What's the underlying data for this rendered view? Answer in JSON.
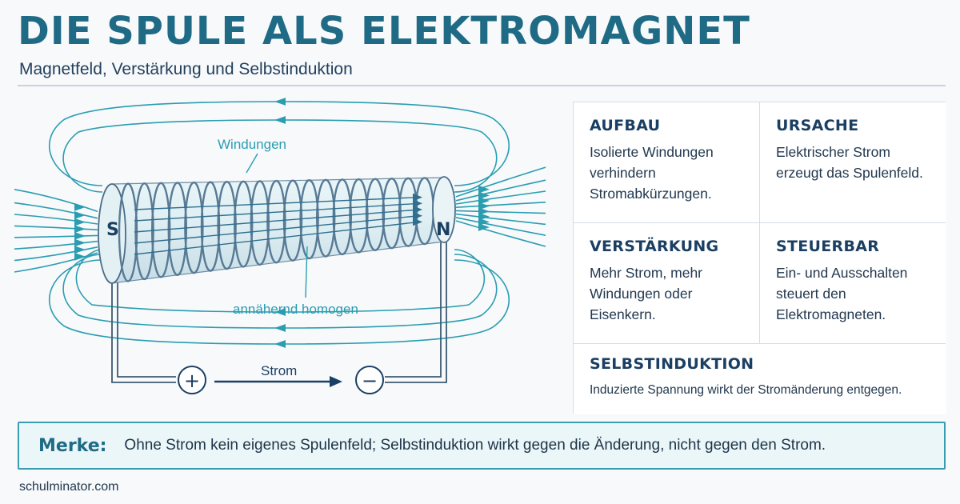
{
  "title": "DIE SPULE ALS ELEKTROMAGNET",
  "subtitle": "Magnetfeld, Verstärkung und Selbstinduktion",
  "diagram": {
    "label_windings": "Windungen",
    "label_homogeneous": "annähernd homogen",
    "pole_south": "S",
    "pole_north": "N",
    "label_current": "Strom",
    "terminal_plus": "+",
    "terminal_minus": "−",
    "colors": {
      "field": "#2a9db1",
      "coil": "#5a7d99",
      "dark": "#1b3f63"
    }
  },
  "cards": [
    {
      "heading": "AUFBAU",
      "text": "Isolierte Windungen verhindern Stromabkürzungen."
    },
    {
      "heading": "URSACHE",
      "text": "Elektrischer Strom erzeugt das Spulenfeld."
    },
    {
      "heading": "VERSTÄRKUNG",
      "text": "Mehr Strom, mehr Windungen oder Eisenkern."
    },
    {
      "heading": "STEUERBAR",
      "text": "Ein- und Ausschalten steuert den Elektromagneten."
    },
    {
      "heading": "SELBSTINDUKTION",
      "text": "Induzierte Spannung wirkt der Stromänderung entgegen."
    }
  ],
  "merke": {
    "label": "Merke:",
    "text": "Ohne Strom kein eigenes Spulenfeld; Selbstinduktion wirkt gegen die Änderung, nicht gegen den Strom."
  },
  "footer": "schulminator.com"
}
